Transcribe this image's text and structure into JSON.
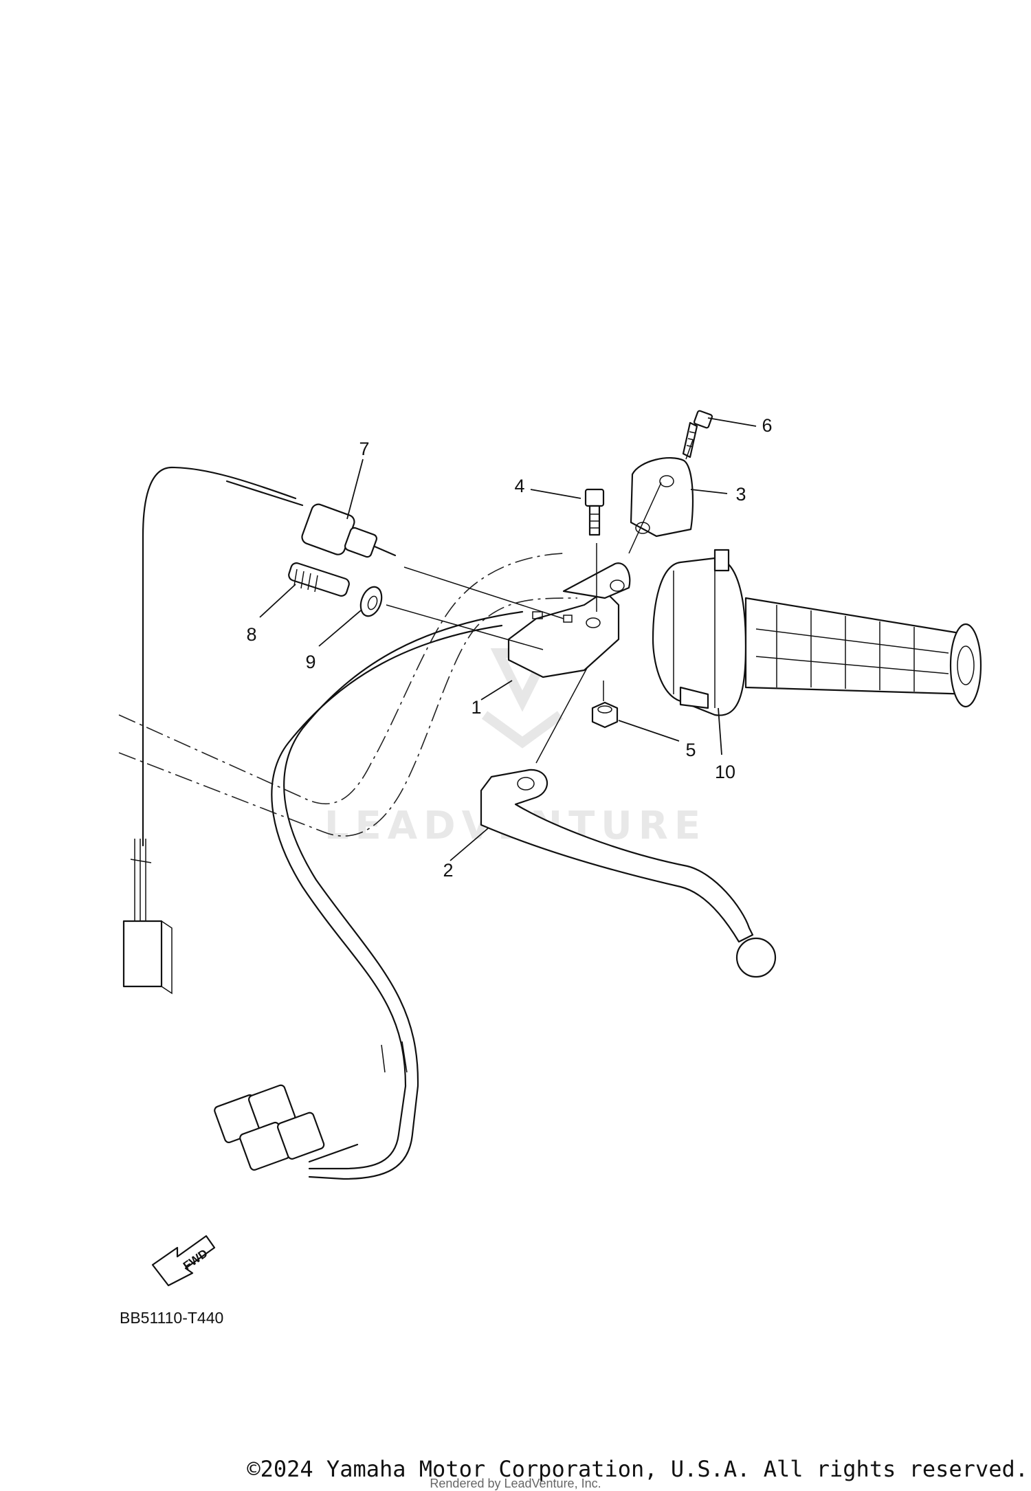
{
  "diagram": {
    "callouts": [
      {
        "id": "1",
        "label": "1"
      },
      {
        "id": "2",
        "label": "2"
      },
      {
        "id": "3",
        "label": "3"
      },
      {
        "id": "4",
        "label": "4"
      },
      {
        "id": "5",
        "label": "5"
      },
      {
        "id": "6",
        "label": "6"
      },
      {
        "id": "7",
        "label": "7"
      },
      {
        "id": "8",
        "label": "8"
      },
      {
        "id": "9",
        "label": "9"
      },
      {
        "id": "10",
        "label": "10"
      }
    ],
    "direction_label": "FWD",
    "diagram_code": "BB51110-T440",
    "watermark": "LEADVENTURE"
  },
  "footer": {
    "copyright": "©2024 Yamaha Motor Corporation, U.S.A. All rights reserved.",
    "rendered_by": "Rendered by LeadVenture, Inc."
  }
}
